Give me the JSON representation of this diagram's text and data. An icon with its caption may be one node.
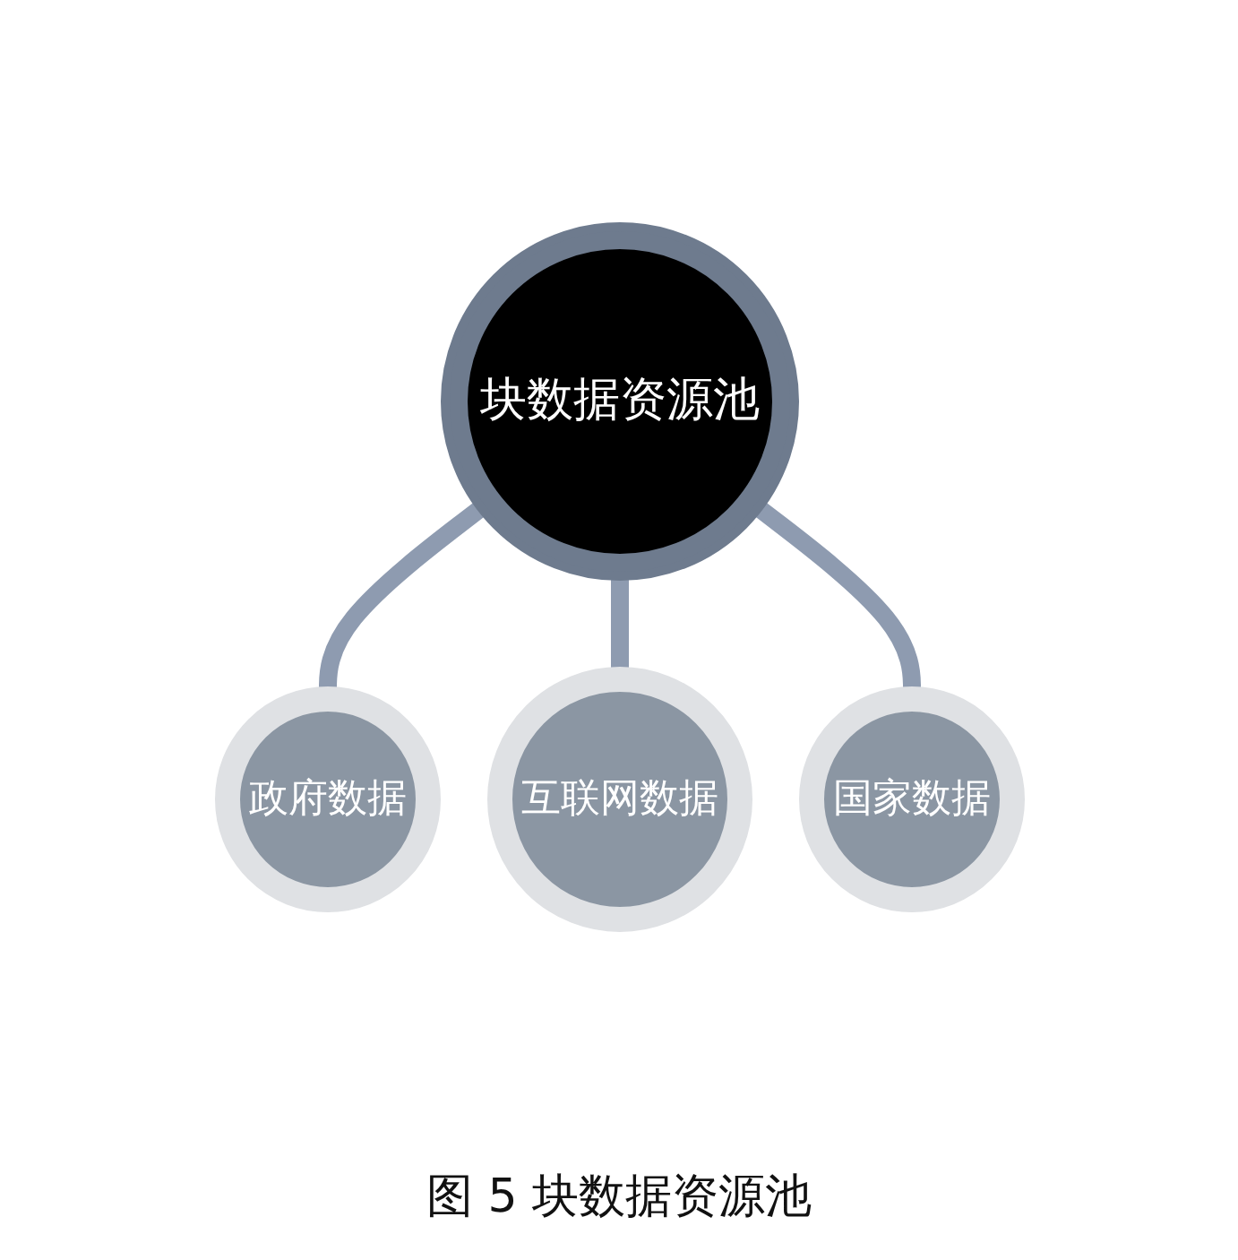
{
  "diagram": {
    "caption": "图 5 块数据资源池",
    "nodes": [
      {
        "text": [
          "政府数据"
        ]
      },
      {
        "text": [
          "块数据资源池"
        ]
      },
      {
        "text": [
          "互联网数据"
        ]
      },
      {
        "text": [
          "国家数据"
        ]
      }
    ],
    "edges": [
      {
        "from": 1,
        "to": 0,
        "arrow": "none"
      },
      {
        "from": 1,
        "to": 2,
        "arrow": "none"
      },
      {
        "from": 1,
        "to": 3,
        "arrow": "none"
      }
    ]
  }
}
